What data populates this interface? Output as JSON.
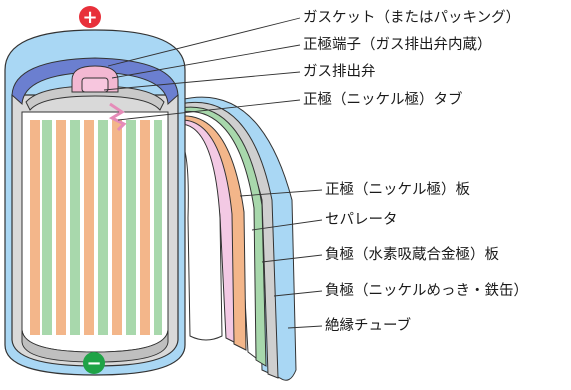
{
  "terminals": {
    "positive_symbol": "+",
    "negative_symbol": "−",
    "positive_color": "#e8303a",
    "negative_color": "#1fa347"
  },
  "labels": {
    "gasket": "ガスケット（またはパッキング）",
    "positive_terminal": "正極端子（ガス排出弁内蔵）",
    "gas_vent": "ガス排出弁",
    "positive_tab": "正極（ニッケル極）タブ",
    "positive_plate": "正極（ニッケル極）板",
    "separator": "セパレータ",
    "negative_plate": "負極（水素吸蔵合金極）板",
    "negative_can": "負極（ニッケルめっき・鉄缶）",
    "insulation_tube": "絶縁チューブ"
  },
  "colors": {
    "insulation_tube": "#a9d7f4",
    "positive_plate": "#f3b68a",
    "separator": "#ffffff",
    "negative_plate": "#a8d8ac",
    "can": "#d9d9d9",
    "terminal_cap": "#f3b8d2"
  }
}
